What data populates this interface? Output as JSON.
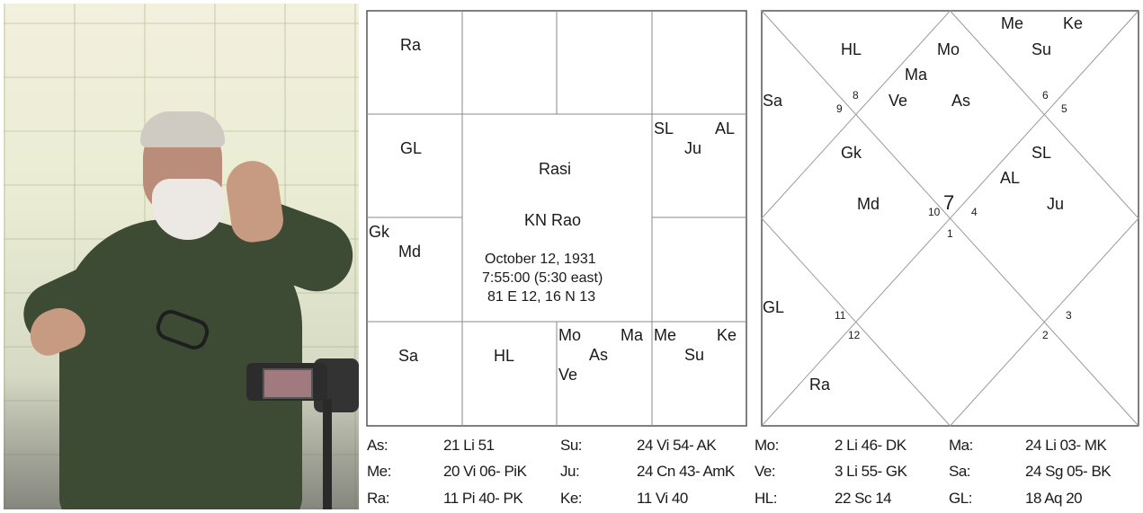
{
  "rasi_chart": {
    "title": "Rasi",
    "name": "KN Rao",
    "date": "October 12, 1931",
    "time": "7:55:00 (5:30 east)",
    "coords": "81 E 12, 16 N 13",
    "houses": {
      "pisces": [
        "Ra"
      ],
      "aries": [],
      "taurus": [],
      "gemini": [],
      "aquarius": [
        "GL"
      ],
      "cancer": [
        "SL",
        "AL",
        "Ju"
      ],
      "capricorn": [
        "Gk",
        "Md"
      ],
      "leo": [],
      "sagittarius": [
        "Sa"
      ],
      "scorpio": [
        "HL"
      ],
      "libra": [
        "Mo",
        "Ma",
        "As",
        "Ve"
      ],
      "virgo": [
        "Me",
        "Ke",
        "Su"
      ]
    }
  },
  "north_chart": {
    "labels": {
      "me": "Me",
      "ke": "Ke",
      "su": "Su",
      "hl": "HL",
      "mo": "Mo",
      "ma": "Ma",
      "ve": "Ve",
      "as": "As",
      "sa": "Sa",
      "gk": "Gk",
      "md": "Md",
      "sl": "SL",
      "al": "AL",
      "ju": "Ju",
      "gl": "GL",
      "ra": "Ra"
    },
    "house_numbers": {
      "n1": "1",
      "n2": "2",
      "n3": "3",
      "n4": "4",
      "n5": "5",
      "n6": "6",
      "n7": "7",
      "n8": "8",
      "n9": "9",
      "n10": "10",
      "n11": "11",
      "n12": "12"
    }
  },
  "positions": [
    {
      "key": "As:",
      "val": "21 Li 51"
    },
    {
      "key": "Su:",
      "val": "24 Vi 54- AK"
    },
    {
      "key": "Mo:",
      "val": "2 Li 46- DK"
    },
    {
      "key": "Ma:",
      "val": "24 Li 03- MK"
    },
    {
      "key": "Me:",
      "val": "20 Vi 06- PiK"
    },
    {
      "key": "Ju:",
      "val": "24 Cn 43- AmK"
    },
    {
      "key": "Ve:",
      "val": "3 Li 55- GK"
    },
    {
      "key": "Sa:",
      "val": "24 Sg 05- BK"
    },
    {
      "key": "Ra:",
      "val": "11 Pi 40- PK"
    },
    {
      "key": "Ke:",
      "val": "11 Vi 40"
    },
    {
      "key": "HL:",
      "val": "22 Sc 14"
    },
    {
      "key": "GL:",
      "val": "18 Aq 20"
    }
  ]
}
